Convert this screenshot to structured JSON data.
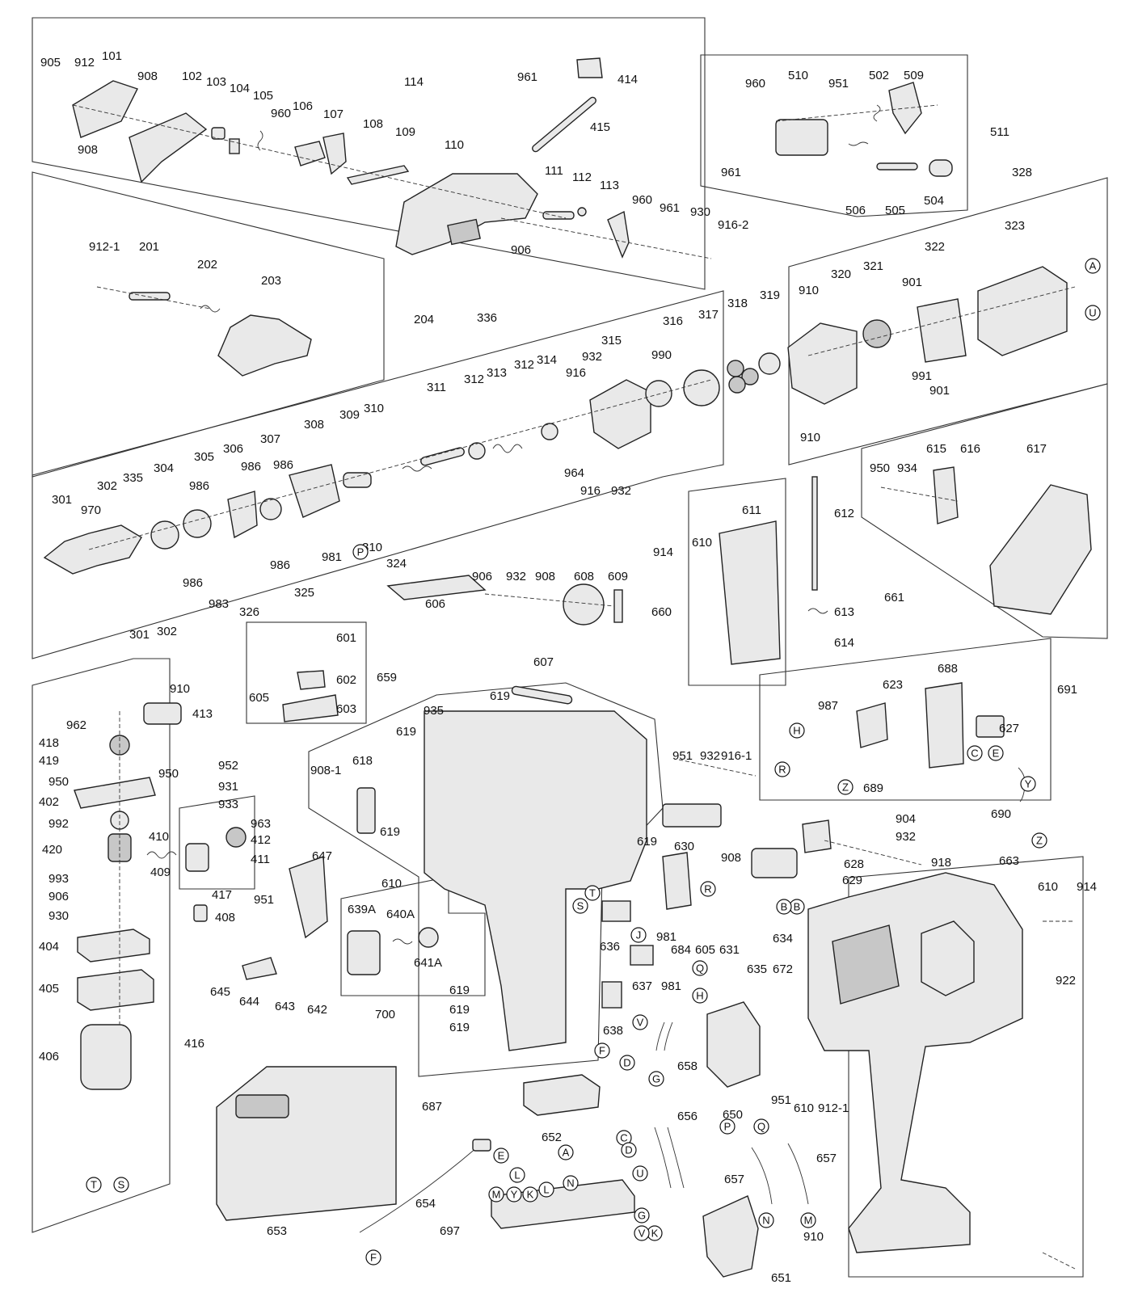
{
  "labels": {
    "top": [
      "905",
      "912",
      "101",
      "908",
      "102",
      "103",
      "104",
      "105",
      "960",
      "106",
      "107",
      "108",
      "109",
      "114",
      "110",
      "111",
      "112",
      "113",
      "960",
      "961",
      "930",
      "916-2",
      "906",
      "908",
      "961",
      "414",
      "415"
    ],
    "group500": [
      "960",
      "510",
      "951",
      "502",
      "509",
      "511",
      "961",
      "506",
      "505",
      "504"
    ],
    "group200": [
      "912-1",
      "201",
      "202",
      "203",
      "204"
    ],
    "group300": [
      "336",
      "311",
      "312",
      "313",
      "312",
      "314",
      "932",
      "916",
      "315",
      "990",
      "316",
      "317",
      "318",
      "319",
      "964",
      "916",
      "932",
      "301",
      "302",
      "335",
      "304",
      "305",
      "306",
      "307",
      "986",
      "986",
      "308",
      "309",
      "310",
      "970",
      "986",
      "986",
      "325",
      "981",
      "310",
      "324",
      "301",
      "302",
      "983",
      "326",
      "986",
      "P"
    ],
    "group320": [
      "328",
      "323",
      "910",
      "320",
      "321",
      "901",
      "322",
      "991",
      "901",
      "910",
      "A",
      "U"
    ],
    "group600": [
      "950",
      "934",
      "615",
      "616",
      "617",
      "661",
      "611",
      "612",
      "610",
      "914",
      "660",
      "613",
      "614",
      "606",
      "906",
      "932",
      "908",
      "608",
      "609",
      "601",
      "602",
      "659",
      "605",
      "603",
      "607"
    ],
    "group400": [
      "910",
      "413",
      "962",
      "418",
      "419",
      "950",
      "950",
      "402",
      "952",
      "931",
      "933",
      "992",
      "410",
      "963",
      "412",
      "420",
      "409",
      "411",
      "993",
      "417",
      "906",
      "930",
      "408",
      "404",
      "405",
      "406",
      "416",
      "T",
      "S"
    ],
    "group_frame": [
      "935",
      "619",
      "619",
      "619",
      "908-1",
      "618",
      "619",
      "610",
      "619",
      "647",
      "951",
      "639A",
      "640A",
      "641A",
      "645",
      "644",
      "643",
      "642",
      "700",
      "619",
      "619",
      "687",
      "951",
      "932",
      "916-1",
      "630",
      "908",
      "904",
      "932",
      "918",
      "628",
      "629",
      "636",
      "981",
      "684",
      "605",
      "631",
      "634",
      "635",
      "672",
      "637",
      "981",
      "638",
      "658",
      "650",
      "951",
      "652",
      "F",
      "D",
      "653",
      "654",
      "656",
      "657",
      "657",
      "697",
      "663",
      "610",
      "914",
      "922",
      "610",
      "912-1",
      "910",
      "651"
    ],
    "group690": [
      "623",
      "688",
      "691",
      "987",
      "627",
      "689",
      "690",
      "H",
      "R",
      "Z",
      "C",
      "E",
      "Y",
      "Z"
    ]
  },
  "connector_letters": [
    "A",
    "U",
    "P",
    "H",
    "R",
    "Z",
    "C",
    "E",
    "Y",
    "Z",
    "B",
    "Q",
    "R",
    "T",
    "S",
    "J",
    "V",
    "G",
    "H",
    "F",
    "D",
    "E",
    "B",
    "C",
    "D",
    "A",
    "U",
    "G",
    "K",
    "L",
    "N",
    "M",
    "Y",
    "L",
    "K",
    "V",
    "P",
    "Q",
    "N",
    "M",
    "F",
    "T",
    "S"
  ]
}
